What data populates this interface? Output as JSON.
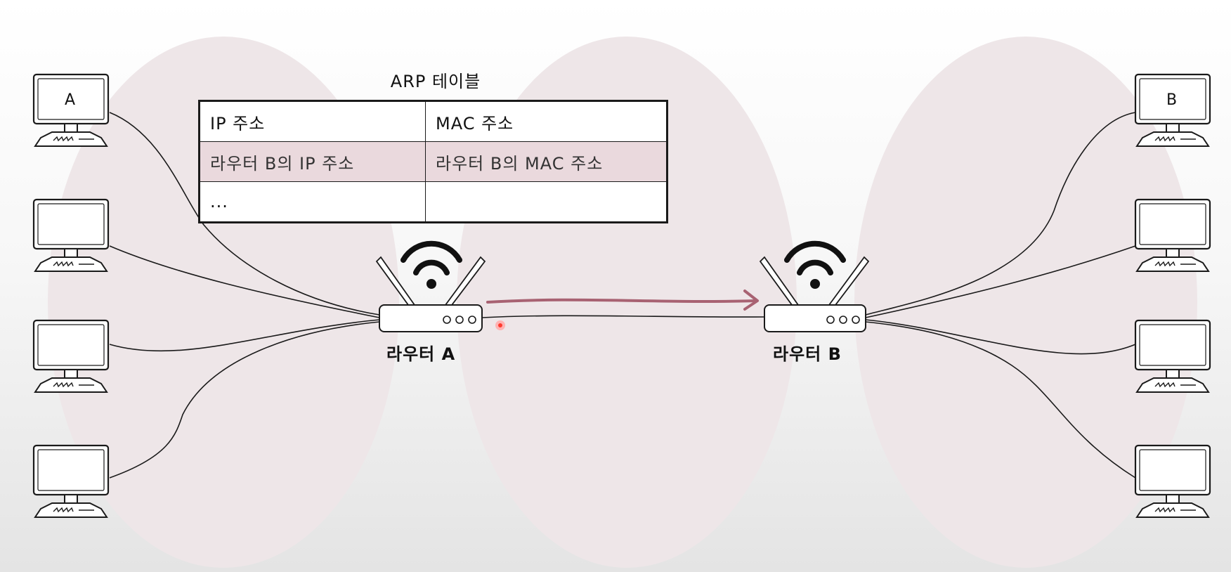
{
  "arp_table": {
    "title": "ARP 테이블",
    "headers": [
      "IP 주소",
      "MAC 주소"
    ],
    "rows": [
      [
        "라우터 B의 IP 주소",
        "라우터 B의 MAC 주소"
      ],
      [
        "...",
        ""
      ]
    ],
    "highlight_color": "#ead9dd"
  },
  "routers": {
    "a_label": "라우터 A",
    "b_label": "라우터 B"
  },
  "hosts": {
    "left_top_label": "A",
    "right_top_label": "B"
  },
  "colors": {
    "lan_area": "#eee6e8",
    "arrow": "#a86272"
  }
}
